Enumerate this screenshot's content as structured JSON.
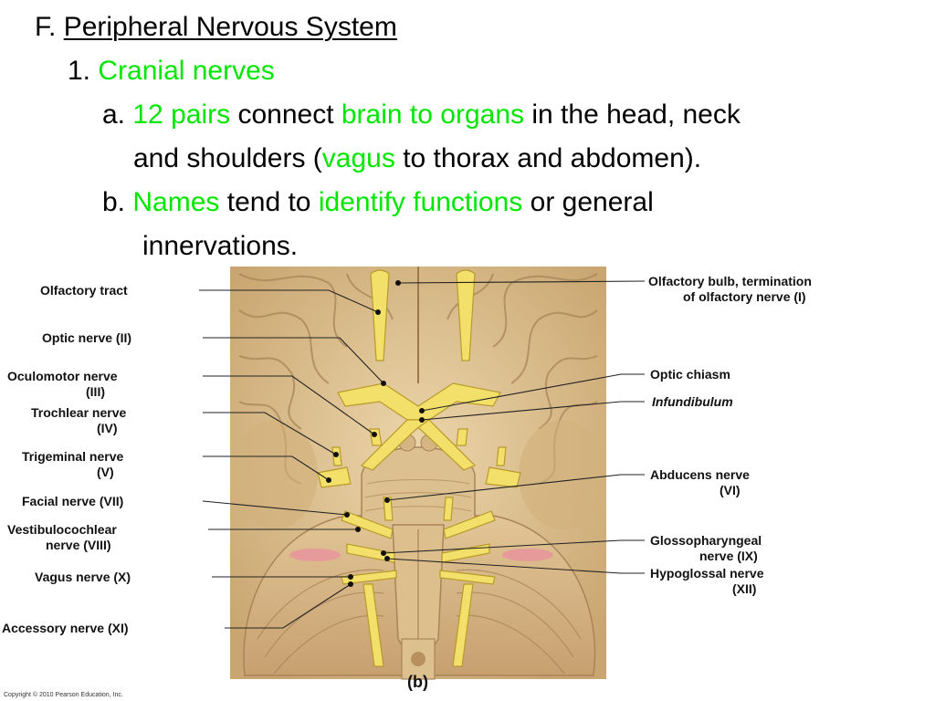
{
  "heading": {
    "prefix": "F.",
    "title": "Peripheral Nervous System"
  },
  "point1": {
    "number": "1.",
    "title": "Cranial nerves"
  },
  "point_a": {
    "letter": "a.",
    "t1": "12 pairs",
    "t2": "connect",
    "t3": "brain to organs",
    "t4": "in the head, neck",
    "t5": "and shoulders (",
    "t6": "vagus",
    "t7": "to thorax and abdomen)."
  },
  "point_b": {
    "letter": "b.",
    "t1": "Names",
    "t2": "tend to",
    "t3": "identify functions",
    "t4": "or general",
    "t5": "innervations."
  },
  "figure": {
    "left_labels": {
      "olfactory_tract": "Olfactory tract",
      "optic_nerve": "Optic nerve (II)",
      "oculomotor_1": "Oculomotor nerve",
      "oculomotor_2": "(III)",
      "trochlear_1": "Trochlear nerve",
      "trochlear_2": "(IV)",
      "trigeminal_1": "Trigeminal nerve",
      "trigeminal_2": "(V)",
      "facial": "Facial nerve (VII)",
      "vestibulo_1": "Vestibulocochlear",
      "vestibulo_2": "nerve (VIII)",
      "vagus": "Vagus nerve (X)",
      "accessory": "Accessory nerve (XI)"
    },
    "right_labels": {
      "olfactory_bulb_1": "Olfactory bulb, termination",
      "olfactory_bulb_2": "of olfactory nerve (I)",
      "optic_chiasm": "Optic chiasm",
      "infundibulum": "Infundibulum",
      "abducens_1": "Abducens nerve",
      "abducens_2": "(VI)",
      "glosso_1": "Glossopharyngeal",
      "glosso_2": "nerve (IX)",
      "hypoglossal_1": "Hypoglossal nerve",
      "hypoglossal_2": "(XII)"
    },
    "panel_label": "(b)",
    "copyright": "Copyright © 2010 Pearson Education, Inc.",
    "colors": {
      "brain": "#e3c99b",
      "brain_shadow": "#b8935e",
      "nerve": "#f3e06a",
      "nerve_edge": "#b89a2a",
      "cerebellum": "#d8b98a",
      "pink": "#e79a9a"
    }
  }
}
